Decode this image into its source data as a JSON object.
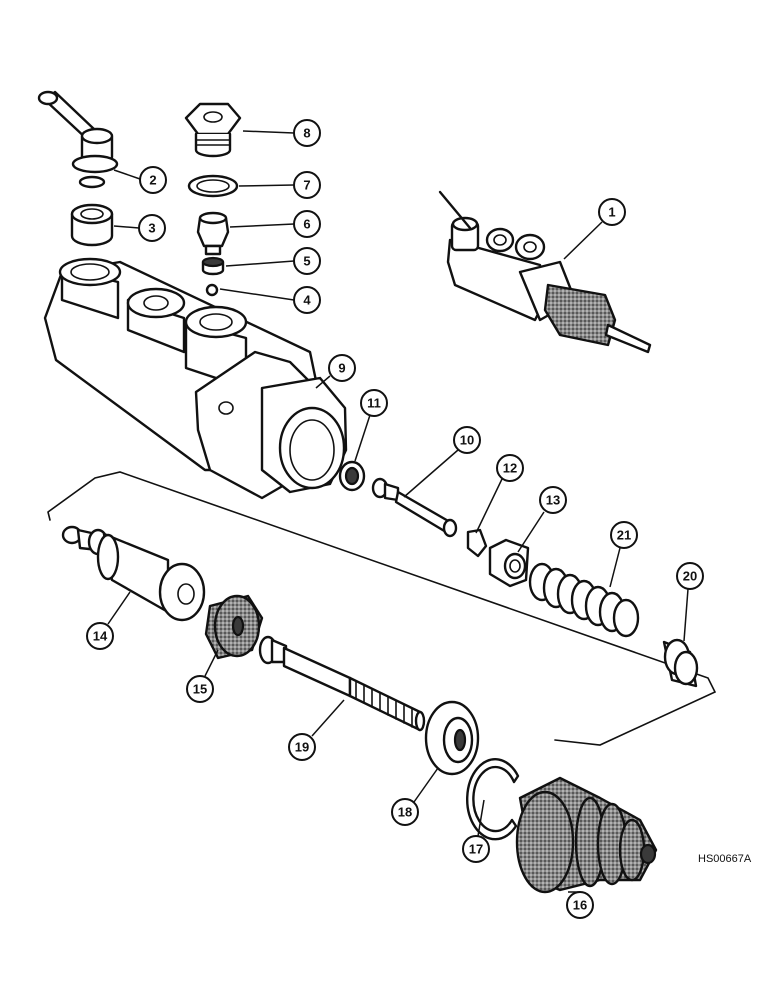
{
  "figure_ref": "HS00667A",
  "callouts": [
    {
      "id": "1",
      "label": "1"
    },
    {
      "id": "2",
      "label": "2"
    },
    {
      "id": "3",
      "label": "3"
    },
    {
      "id": "4",
      "label": "4"
    },
    {
      "id": "5",
      "label": "5"
    },
    {
      "id": "6",
      "label": "6"
    },
    {
      "id": "7",
      "label": "7"
    },
    {
      "id": "8",
      "label": "8"
    },
    {
      "id": "9",
      "label": "9"
    },
    {
      "id": "10",
      "label": "10"
    },
    {
      "id": "11",
      "label": "11"
    },
    {
      "id": "12",
      "label": "12"
    },
    {
      "id": "13",
      "label": "13"
    },
    {
      "id": "14",
      "label": "14"
    },
    {
      "id": "15",
      "label": "15"
    },
    {
      "id": "16",
      "label": "16"
    },
    {
      "id": "17",
      "label": "17"
    },
    {
      "id": "18",
      "label": "18"
    },
    {
      "id": "19",
      "label": "19"
    },
    {
      "id": "20",
      "label": "20"
    },
    {
      "id": "21",
      "label": "21"
    }
  ]
}
